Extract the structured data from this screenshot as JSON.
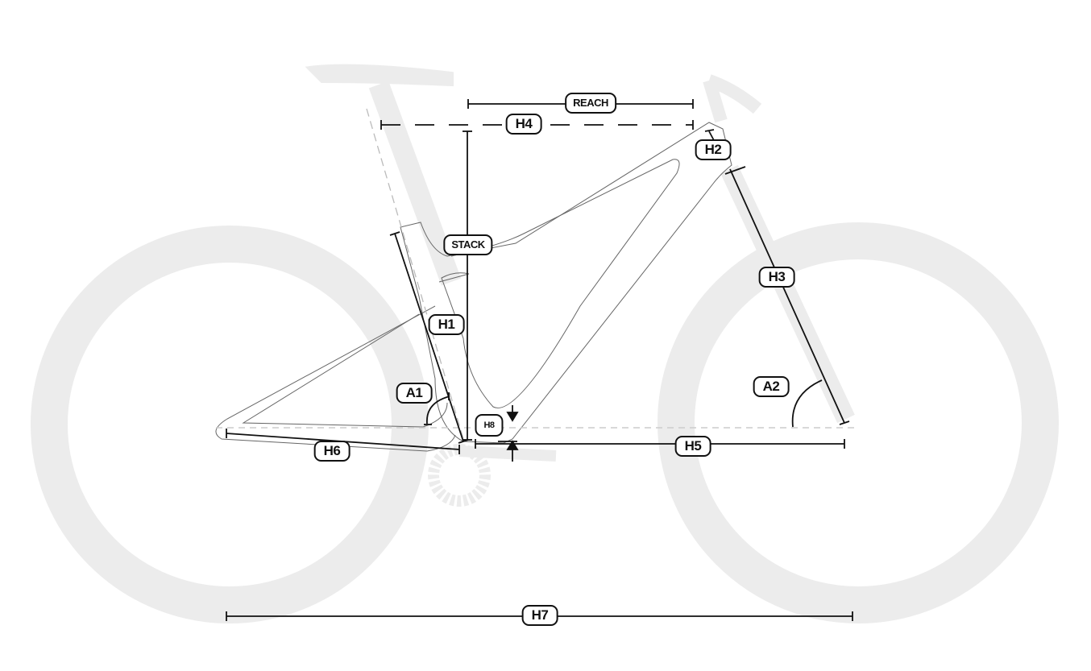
{
  "diagram": {
    "title": "Bike frame geometry",
    "labels": {
      "reach": "REACH",
      "h4": "H4",
      "h2": "H2",
      "stack": "STACK",
      "h3": "H3",
      "h1": "H1",
      "a1": "A1",
      "a2": "A2",
      "h8": "H8",
      "h6": "H6",
      "h5": "H5",
      "h7": "H7"
    },
    "colors": {
      "line": "#111111",
      "silhouette": "#ececec",
      "frame": "#555555"
    }
  }
}
